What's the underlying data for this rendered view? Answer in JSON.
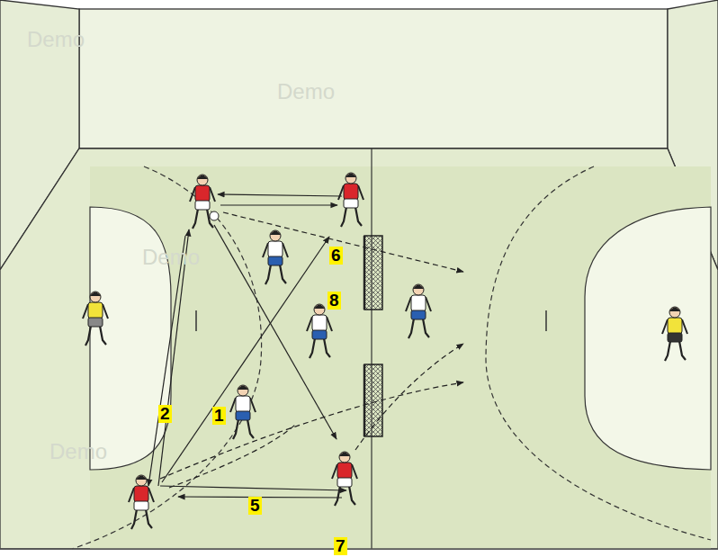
{
  "diagram": {
    "labels": [
      "Demo",
      "Demo",
      "Demo",
      "Demo",
      "6",
      "8",
      "2",
      "1",
      "5",
      "7"
    ]
  }
}
